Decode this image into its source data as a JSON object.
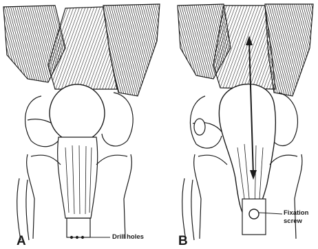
{
  "panels": [
    {
      "letter": "A",
      "callouts": [
        {
          "text": "Drill holes"
        }
      ]
    },
    {
      "letter": "B",
      "callouts": [
        {
          "text": "Fixation"
        },
        {
          "text": "screw"
        }
      ]
    }
  ],
  "colors": {
    "ink": "#1a1a1a",
    "paper": "#ffffff",
    "tone": "#d9d9d9"
  }
}
